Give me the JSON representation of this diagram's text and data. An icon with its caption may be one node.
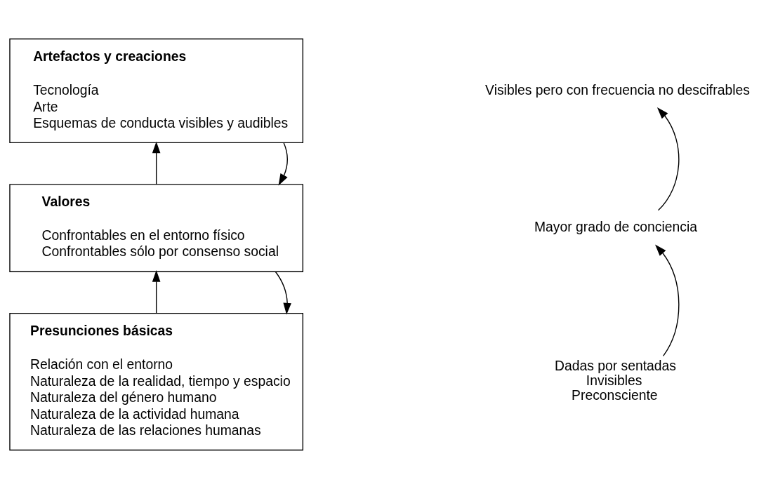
{
  "diagram": {
    "nodes": [
      {
        "text": [
          "Artefactos y creaciones",
          "Tecnología",
          "Arte",
          "Esquemas de conducta visibles y audibles"
        ]
      },
      {
        "text": [
          "Valores",
          "Confrontables en el entorno físico",
          "Confrontables sólo por consenso social"
        ]
      },
      {
        "text": [
          "Presunciones básicas",
          "Relación con el entorno",
          "Naturaleza de la realidad, tiempo y espacio",
          "Naturaleza del género humano",
          "Naturaleza de la actividad humana",
          "Naturaleza de las relaciones humanas"
        ]
      },
      {
        "text": [
          "Visibles pero con frecuencia no descifrables"
        ]
      },
      {
        "text": [
          "Mayor grado de conciencia"
        ]
      },
      {
        "text": [
          "Dadas por sentadas",
          "Invisibles",
          "Preconsciente"
        ]
      }
    ],
    "edges": [
      {
        "from": 1,
        "to": 0,
        "arrow": "to"
      },
      {
        "from": 0,
        "to": 1,
        "arrow": "to"
      },
      {
        "from": 2,
        "to": 1,
        "arrow": "to"
      },
      {
        "from": 1,
        "to": 2,
        "arrow": "to"
      },
      {
        "from": 5,
        "to": 4,
        "arrow": "to"
      },
      {
        "from": 4,
        "to": 3,
        "arrow": "to"
      }
    ]
  }
}
